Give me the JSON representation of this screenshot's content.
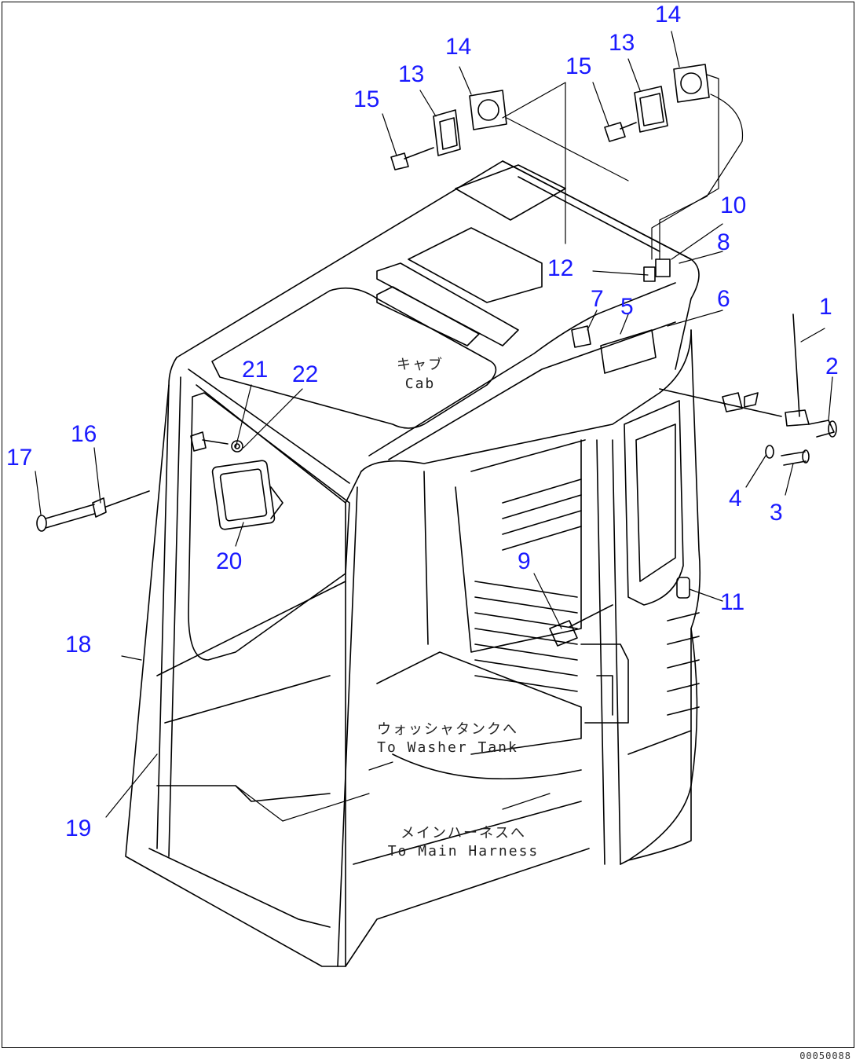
{
  "callouts": {
    "c1": "1",
    "c2": "2",
    "c3": "3",
    "c4": "4",
    "c5": "5",
    "c6": "6",
    "c7": "7",
    "c8": "8",
    "c9": "9",
    "c10": "10",
    "c11": "11",
    "c12": "12",
    "c13a": "13",
    "c13b": "13",
    "c14a": "14",
    "c14b": "14",
    "c15a": "15",
    "c15b": "15",
    "c16": "16",
    "c17": "17",
    "c18": "18",
    "c19": "19",
    "c20": "20",
    "c21": "21",
    "c22": "22"
  },
  "notes": {
    "cab_jp": "キャブ",
    "cab_en": "Cab",
    "washer_jp": "ウォッシャタンクへ",
    "washer_en": "To Washer Tank",
    "harness_jp": "メインハーネスへ",
    "harness_en": "To Main Harness"
  },
  "drawing_number": "00050088",
  "colors": {
    "callout": "#1a1aff",
    "line": "#000000",
    "background": "#ffffff"
  }
}
